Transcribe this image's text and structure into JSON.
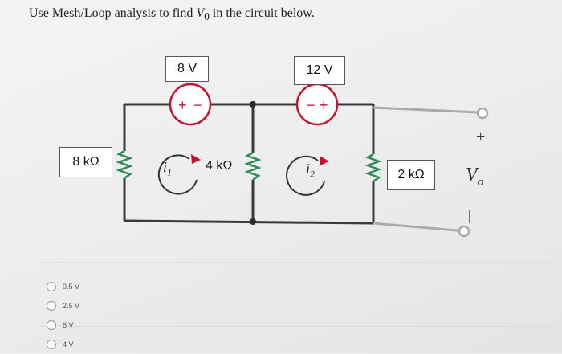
{
  "question": {
    "prefix": "Use Mesh/Loop analysis to find ",
    "var": "V",
    "sub": "0",
    "suffix": " in the circuit below."
  },
  "circuit": {
    "sources": [
      {
        "label": "8 V",
        "polarity_left": "+",
        "polarity_right": "−"
      },
      {
        "label": "12 V",
        "polarity_left": "−",
        "polarity_right": "+"
      }
    ],
    "resistors": {
      "r1": "8 kΩ",
      "r2": "4 kΩ",
      "r3": "2 kΩ"
    },
    "mesh_currents": {
      "i1": "i",
      "i1_sub": "1",
      "i2": "i",
      "i2_sub": "2"
    },
    "output": {
      "plus": "+",
      "minus": "|",
      "var": "V",
      "sub": "o"
    },
    "colors": {
      "wire": "#3a3a3a",
      "source": "#c8102e",
      "arrow": "#c8102e",
      "terminal_wire": "#aaaaaa"
    }
  },
  "answers": [
    {
      "label": "0.5 V"
    },
    {
      "label": "2.5 V"
    },
    {
      "label": "8 V"
    },
    {
      "label": "4 V"
    }
  ]
}
